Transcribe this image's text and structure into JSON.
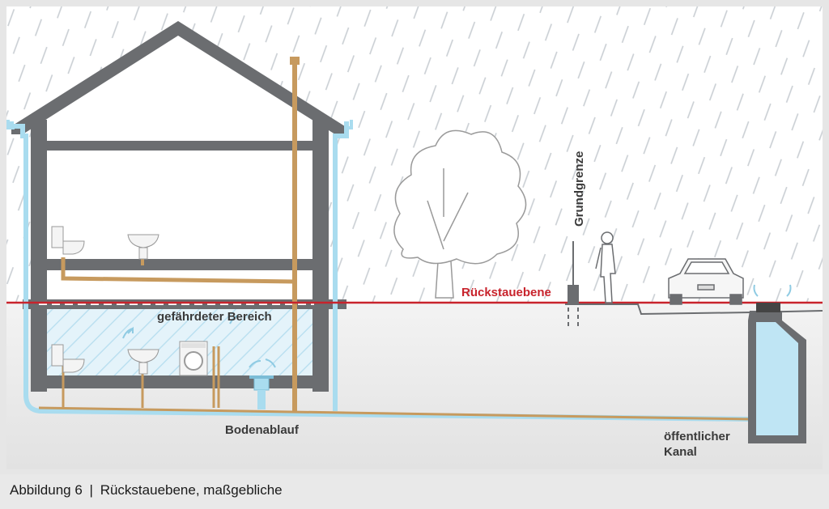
{
  "diagram": {
    "labels": {
      "gefaehrdeter_bereich": "gefährdeter Bereich",
      "rueckstauebene": "Rückstauebene",
      "grundgrenze": "Grundgrenze",
      "bodenablauf": "Bodenablauf",
      "kanal_line1": "öffentlicher",
      "kanal_line2": "Kanal"
    },
    "colors": {
      "wall": "#6b6d70",
      "water_pipe": "#a9dcef",
      "waste_pipe": "#c79a5e",
      "backflow_line": "#c8232c",
      "basement_flood": "#cfe8f3",
      "rain": "#cfd4d8"
    }
  },
  "caption": {
    "figure": "Abbildung 6",
    "separator": "|",
    "text": "Rückstauebene, maßgebliche"
  }
}
